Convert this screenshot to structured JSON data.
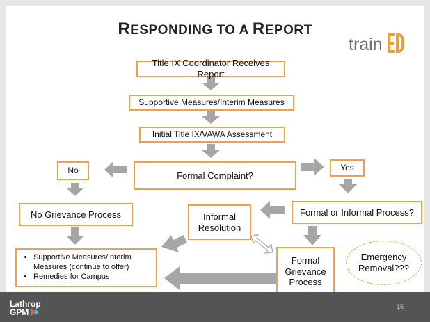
{
  "slide": {
    "title_initial_1": "R",
    "title_rest_1": "ESPONDING TO A ",
    "title_initial_2": "R",
    "title_rest_2": "EPORT",
    "logo_text_1": "train",
    "logo_text_2": "ED",
    "page_number": "15",
    "footer_logo_line1": "Lathrop",
    "footer_logo_line2": "GPM"
  },
  "flow": {
    "coordinator": "Title IX Coordinator Receives Report",
    "supportive": "Supportive Measures/Interim Measures",
    "assessment": "Initial Title IX/VAWA Assessment",
    "formal_complaint": "Formal Complaint?",
    "no": "No",
    "yes": "Yes",
    "no_grievance": "No Grievance Process",
    "formal_or_informal": "Formal or Informal Process?",
    "informal_resolution": "Informal Resolution",
    "formal_grievance": "Formal Grievance Process",
    "emergency": "Emergency Removal???",
    "outcome_items": [
      "Supportive Measures/Interim Measures (continue to offer)",
      "Remedies for Campus"
    ]
  },
  "colors": {
    "box_border": "#f0a04b",
    "arrow": "#a6a6a6",
    "footer": "#545454",
    "logo_orange": "#f39c35"
  }
}
